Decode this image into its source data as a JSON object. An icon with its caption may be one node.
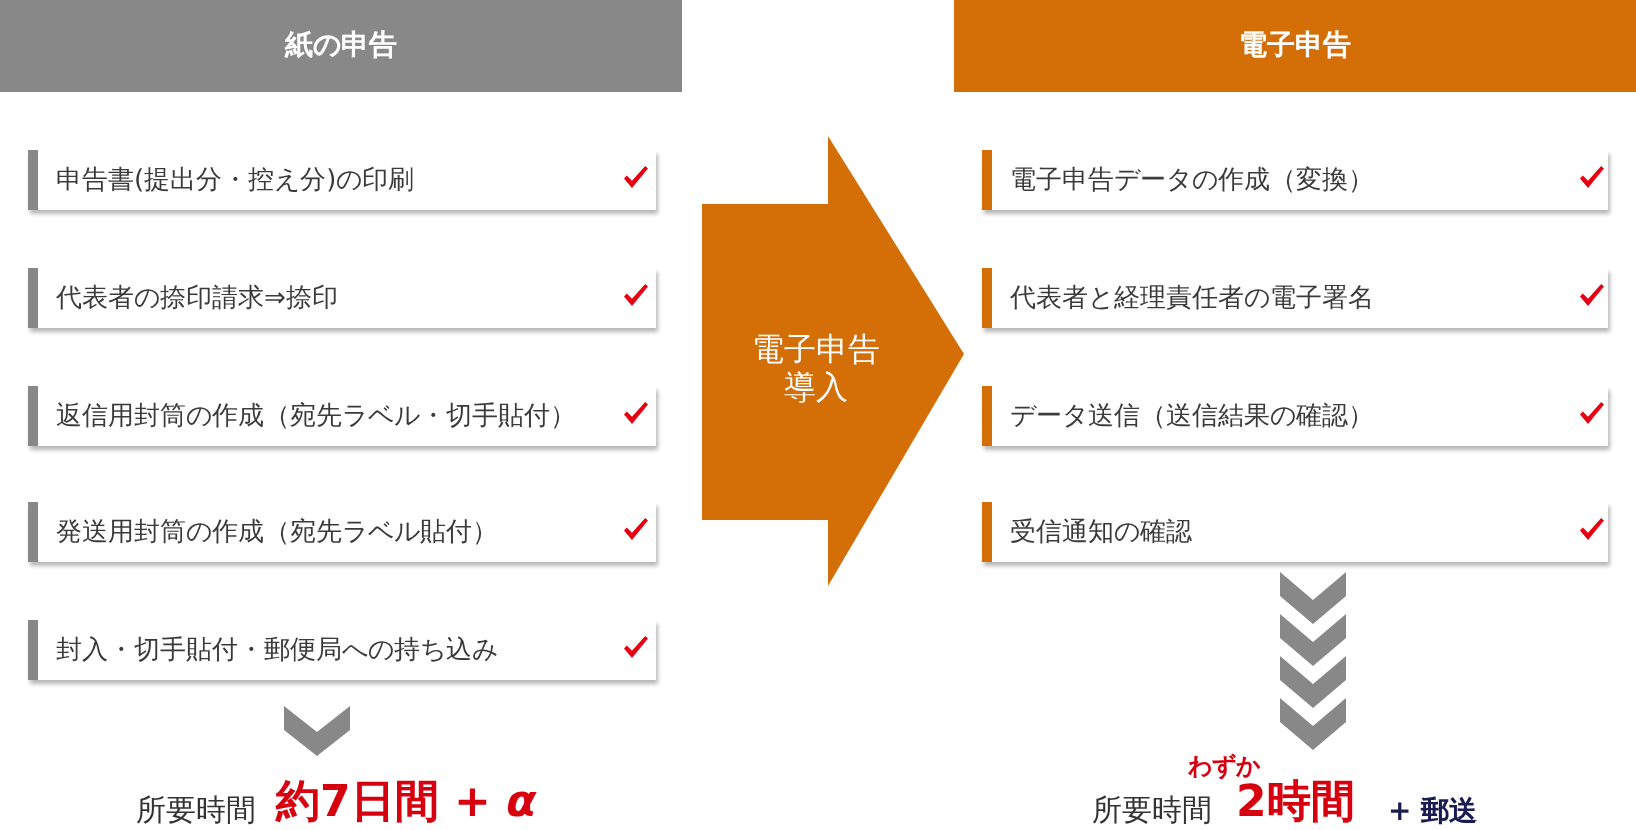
{
  "diagram": {
    "nodes": [
      {
        "text": [
          "紙の申告"
        ]
      },
      {
        "text": [
          "申告書(提出分・控え分)の印刷"
        ]
      },
      {
        "text": [
          "代表者の捺印請求⇒捺印"
        ]
      },
      {
        "text": [
          "返信用封筒の作成（宛先ラベル・切手貼付）"
        ]
      },
      {
        "text": [
          "発送用封筒の作成（宛先ラベル貼付）"
        ]
      },
      {
        "text": [
          "封入・切手貼付・郵便局への持ち込み"
        ]
      },
      {
        "text": [
          "所要時間",
          "約7日間 + *α*"
        ]
      },
      {
        "text": [
          "電子申告導入"
        ]
      },
      {
        "text": [
          "電子申告"
        ]
      },
      {
        "text": [
          "電子申告データの作成（変換）"
        ]
      },
      {
        "text": [
          "代表者と経理責任者の電子署名"
        ]
      },
      {
        "text": [
          "データ送信（送信結果の確認）"
        ]
      },
      {
        "text": [
          "受信通知の確認"
        ]
      },
      {
        "text": [
          "わずか",
          "所要時間",
          "2時間",
          "+ 郵送"
        ]
      }
    ],
    "edges": [
      {
        "from": 5,
        "to": 6,
        "arrow": "to"
      },
      {
        "from": 12,
        "to": 13,
        "arrow": "to"
      }
    ]
  }
}
